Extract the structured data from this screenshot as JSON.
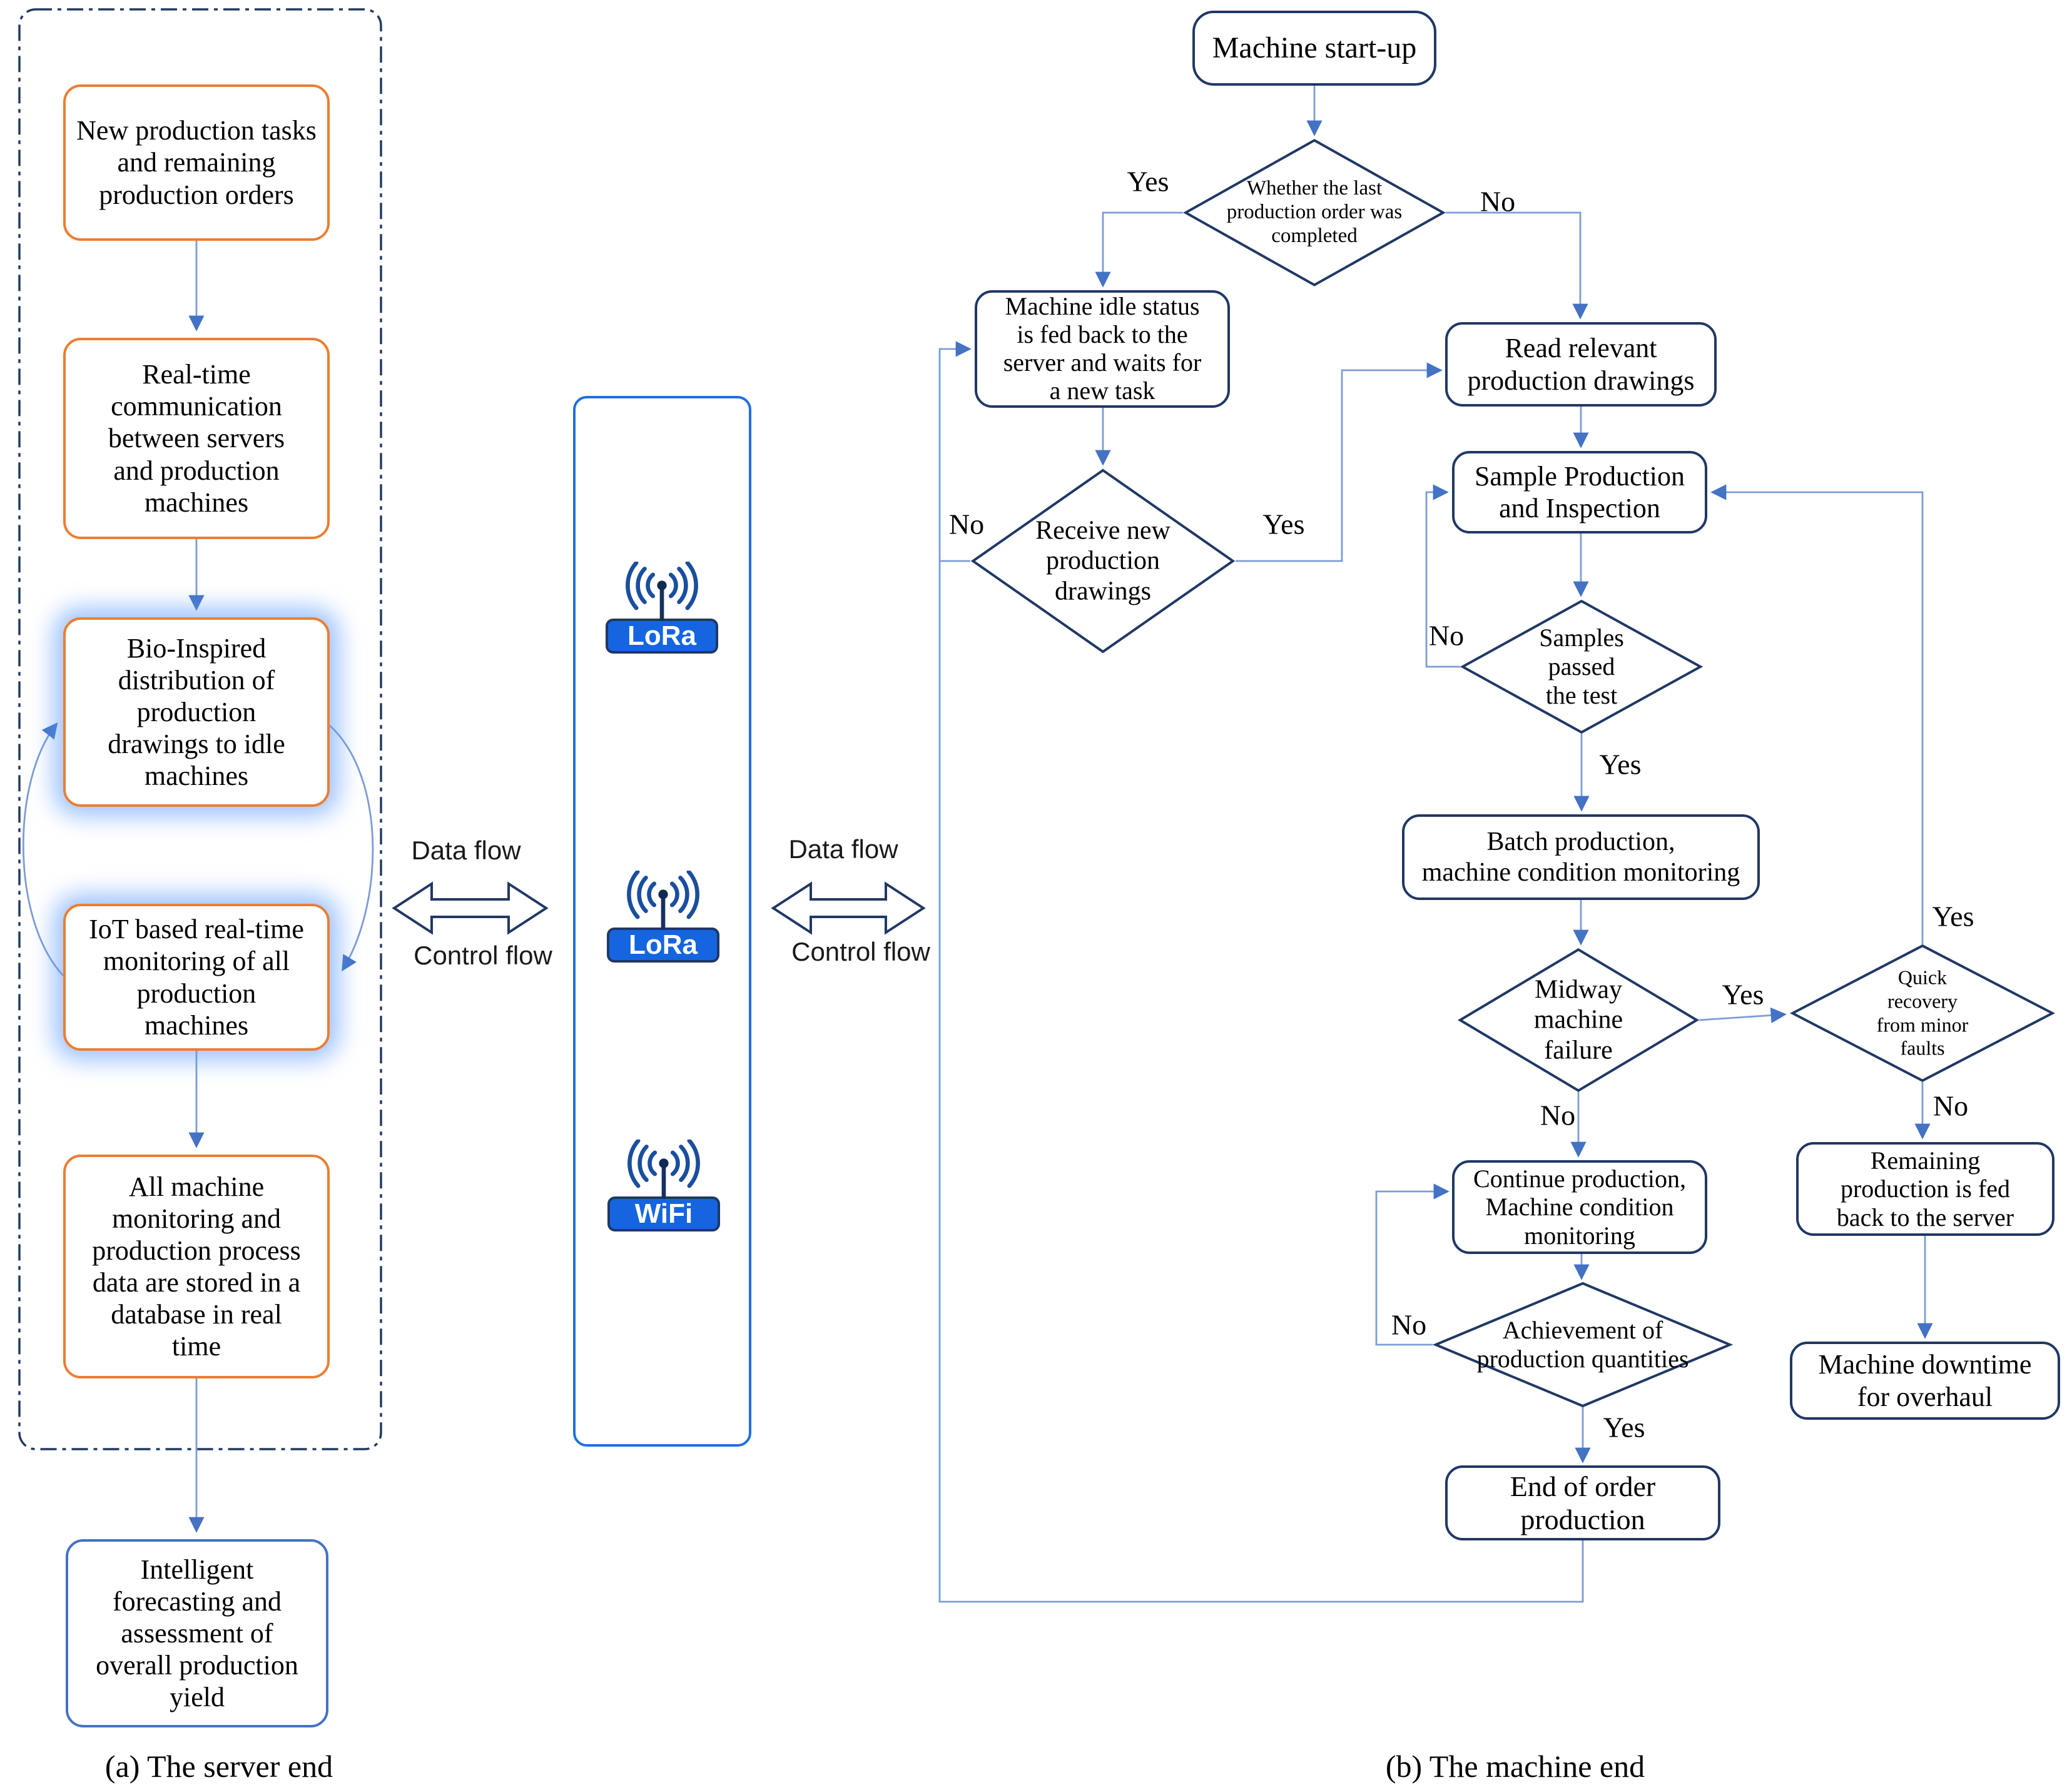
{
  "colors": {
    "accent_orange": "#ED7D31",
    "navy_border": "#203864",
    "blue_border": "#4472C4",
    "bright_blue_fill": "#1565E0",
    "connector_blue": "#7C9CD6",
    "arrowhead_blue": "#4472C4"
  },
  "captions": {
    "server_end": "(a) The server  end",
    "machine_end": "(b) The  machine end"
  },
  "server_panel": {
    "nodes": [
      {
        "id": "new-tasks",
        "text": "New production tasks\nand remaining\nproduction orders"
      },
      {
        "id": "real-time-communication",
        "text": "Real-time\ncommunication\nbetween servers\nand production\nmachines"
      },
      {
        "id": "bio-inspired-distribution",
        "text": "Bio-Inspired\ndistribution of\nproduction\ndrawings to idle\nmachines"
      },
      {
        "id": "iot-monitoring",
        "text": "IoT based real-time\nmonitoring of all\nproduction\nmachines"
      },
      {
        "id": "database-storage",
        "text": "All machine\nmonitoring and\nproduction process\ndata are stored in a\ndatabase in real\ntime"
      },
      {
        "id": "intelligent-forecasting",
        "text": "Intelligent\nforecasting and\nassessment of\noverall production\nyield"
      }
    ]
  },
  "gateway_panel": {
    "devices": [
      {
        "id": "lora-1",
        "label": "LoRa"
      },
      {
        "id": "lora-2",
        "label": "LoRa"
      },
      {
        "id": "wifi",
        "label": "WiFi"
      }
    ],
    "flow_labels_left": {
      "data_flow": "Data flow",
      "control_flow": "Control flow"
    },
    "flow_labels_right": {
      "data_flow": "Data flow",
      "control_flow": "Control flow"
    }
  },
  "machine_panel": {
    "nodes": [
      {
        "id": "machine-startup",
        "text": "Machine start-up"
      },
      {
        "id": "whether-last-order",
        "text": "Whether the last\nproduction order was\ncompleted"
      },
      {
        "id": "machine-idle",
        "text": "Machine idle status\nis fed back to the\nserver and waits for\na new task"
      },
      {
        "id": "read-drawings",
        "text": "Read relevant\nproduction drawings"
      },
      {
        "id": "receive-drawings",
        "text": "Receive new\nproduction\ndrawings"
      },
      {
        "id": "sample-production",
        "text": "Sample Production\nand Inspection"
      },
      {
        "id": "samples-passed",
        "text": "Samples\npassed\nthe test"
      },
      {
        "id": "batch-production",
        "text": "Batch production,\nmachine condition monitoring"
      },
      {
        "id": "midway-failure",
        "text": "Midway\nmachine\nfailure"
      },
      {
        "id": "quick-recovery",
        "text": "Quick\nrecovery\nfrom minor\nfaults"
      },
      {
        "id": "continue-production",
        "text": "Continue production,\nMachine condition\nmonitoring"
      },
      {
        "id": "remaining-production",
        "text": "Remaining\nproduction is fed\nback to the server"
      },
      {
        "id": "machine-downtime",
        "text": "Machine downtime\nfor overhaul"
      },
      {
        "id": "achievement-quantities",
        "text": "Achievement of\nproduction quantities"
      },
      {
        "id": "end-of-order",
        "text": "End of order\nproduction"
      }
    ],
    "edge_labels": [
      {
        "id": "yes-whether",
        "text": "Yes"
      },
      {
        "id": "no-whether",
        "text": "No"
      },
      {
        "id": "no-receive",
        "text": "No"
      },
      {
        "id": "yes-receive",
        "text": "Yes"
      },
      {
        "id": "no-samples",
        "text": "No"
      },
      {
        "id": "yes-samples",
        "text": "Yes"
      },
      {
        "id": "yes-midway",
        "text": "Yes"
      },
      {
        "id": "no-midway",
        "text": "No"
      },
      {
        "id": "yes-quick",
        "text": "Yes"
      },
      {
        "id": "no-quick",
        "text": "No"
      },
      {
        "id": "no-achievement",
        "text": "No"
      },
      {
        "id": "yes-achievement",
        "text": "Yes"
      }
    ]
  }
}
